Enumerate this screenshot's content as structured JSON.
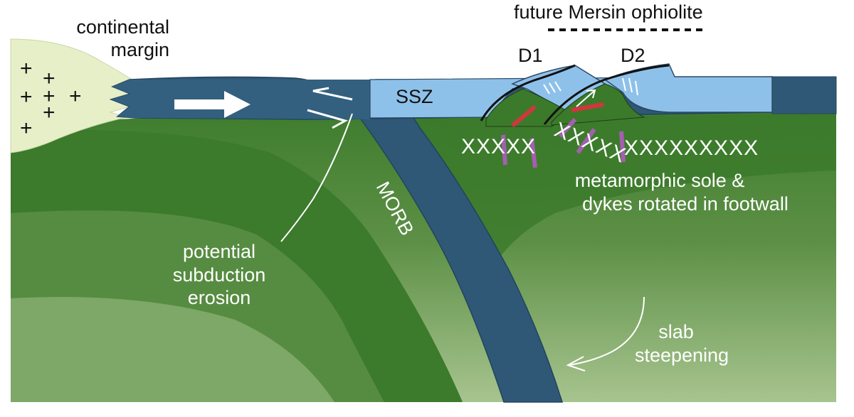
{
  "labels": {
    "continental_margin_1": "continental",
    "continental_margin_2": "margin",
    "future_ophiolite": "future Mersin ophiolite",
    "d1": "D1",
    "d2": "D2",
    "ssz": "SSZ",
    "morb": "MORB",
    "sole_xs_left": "XXXXX",
    "sole_xs_right": "XXXXXXXXX",
    "metamorphic_1": "metamorphic sole &",
    "metamorphic_2": "dykes rotated in footwall",
    "erosion_1": "potential",
    "erosion_2": "subduction",
    "erosion_3": "erosion",
    "slab_1": "slab",
    "slab_2": "steepening",
    "plus_sign": "+"
  },
  "colors": {
    "continental_crust": "#e6efc8",
    "oceanic_slab": "#2f5877",
    "ssz_crust": "#8ec1ea",
    "mantle_green": "#3b7a2b",
    "mantle_light": "#a6c48e",
    "dyke_red": "#d0373c",
    "dyke_purple": "#a45fb0"
  }
}
